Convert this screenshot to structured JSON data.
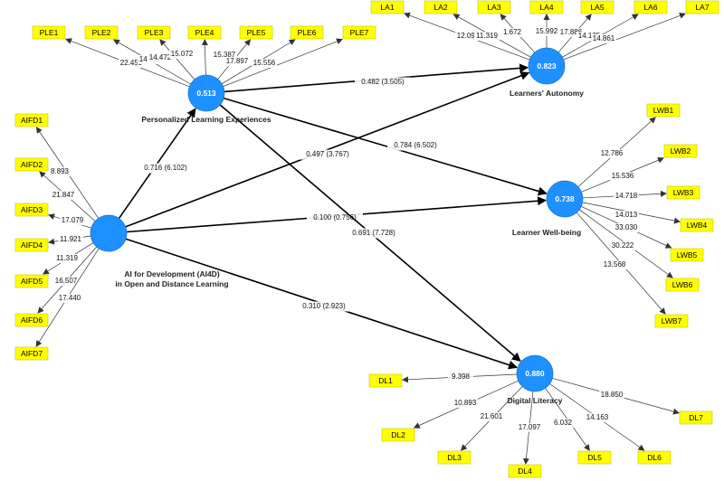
{
  "constructs": {
    "ai4d": {
      "r2": "",
      "label_line1": "AI for Development (AI4D)",
      "label_line2": "in Open and Distance Learning"
    },
    "ple": {
      "r2": "0.513",
      "label_line1": "Personalized Learning Experiences",
      "label_line2": ""
    },
    "la": {
      "r2": "0.823",
      "label_line1": "Learners' Autonomy",
      "label_line2": ""
    },
    "lwb": {
      "r2": "0.738",
      "label_line1": "Learner Well-being",
      "label_line2": ""
    },
    "dl": {
      "r2": "0.880",
      "label_line1": "Digital Literacy",
      "label_line2": ""
    }
  },
  "indicators": {
    "ai4d": [
      {
        "name": "AIFD1",
        "value": "8.893"
      },
      {
        "name": "AIFD2",
        "value": "21.847"
      },
      {
        "name": "AIFD3",
        "value": "17.079"
      },
      {
        "name": "AIFD4",
        "value": "11.921"
      },
      {
        "name": "AIFD5",
        "value": "11.319"
      },
      {
        "name": "AIFD6",
        "value": "16.507"
      },
      {
        "name": "AIFD7",
        "value": "17.440"
      }
    ],
    "ple": [
      {
        "name": "PLE1",
        "value": "22.459"
      },
      {
        "name": "PLE2",
        "value": "14.920"
      },
      {
        "name": "PLE3",
        "value": "14.472"
      },
      {
        "name": "PLE4",
        "value": "15.072"
      },
      {
        "name": "PLE5",
        "value": "15.387"
      },
      {
        "name": "PLE6",
        "value": "17.897"
      },
      {
        "name": "PLE7",
        "value": "15.556"
      }
    ],
    "la": [
      {
        "name": "LA1",
        "value": "12.091"
      },
      {
        "name": "LA2",
        "value": "11.319"
      },
      {
        "name": "LA3",
        "value": "1.672"
      },
      {
        "name": "LA4",
        "value": "15.992"
      },
      {
        "name": "LA5",
        "value": "17.886"
      },
      {
        "name": "LA6",
        "value": "14.135"
      },
      {
        "name": "LA7",
        "value": "14.861"
      }
    ],
    "lwb": [
      {
        "name": "LWB1",
        "value": "12.786"
      },
      {
        "name": "LWB2",
        "value": "15.536"
      },
      {
        "name": "LWB3",
        "value": "14.718"
      },
      {
        "name": "LWB4",
        "value": "14.013"
      },
      {
        "name": "LWB5",
        "value": "33.030"
      },
      {
        "name": "LWB6",
        "value": "30.222"
      },
      {
        "name": "LWB7",
        "value": "13.568"
      }
    ],
    "dl": [
      {
        "name": "DL1",
        "value": "9.398"
      },
      {
        "name": "DL2",
        "value": "10.893"
      },
      {
        "name": "DL3",
        "value": "21.601"
      },
      {
        "name": "DL4",
        "value": "17.097"
      },
      {
        "name": "DL5",
        "value": "6.032"
      },
      {
        "name": "DL6",
        "value": "14.163"
      },
      {
        "name": "DL7",
        "value": "18.850"
      }
    ]
  },
  "paths": [
    {
      "from": "ai4d",
      "to": "ple",
      "label": "0.716 (6.102)"
    },
    {
      "from": "ai4d",
      "to": "la",
      "label": "0.497 (3.767)"
    },
    {
      "from": "ai4d",
      "to": "lwb",
      "label": "0.100 (0.756)"
    },
    {
      "from": "ai4d",
      "to": "dl",
      "label": "0.310 (2.923)"
    },
    {
      "from": "ple",
      "to": "la",
      "label": "0.482 (3.505)"
    },
    {
      "from": "ple",
      "to": "lwb",
      "label": "0.784 (6.502)"
    },
    {
      "from": "ple",
      "to": "dl",
      "label": "0.691 (7.728)"
    }
  ],
  "colors": {
    "construct_fill": "#1e90ff",
    "indicator_fill": "#ffff00",
    "line": "#000000"
  }
}
